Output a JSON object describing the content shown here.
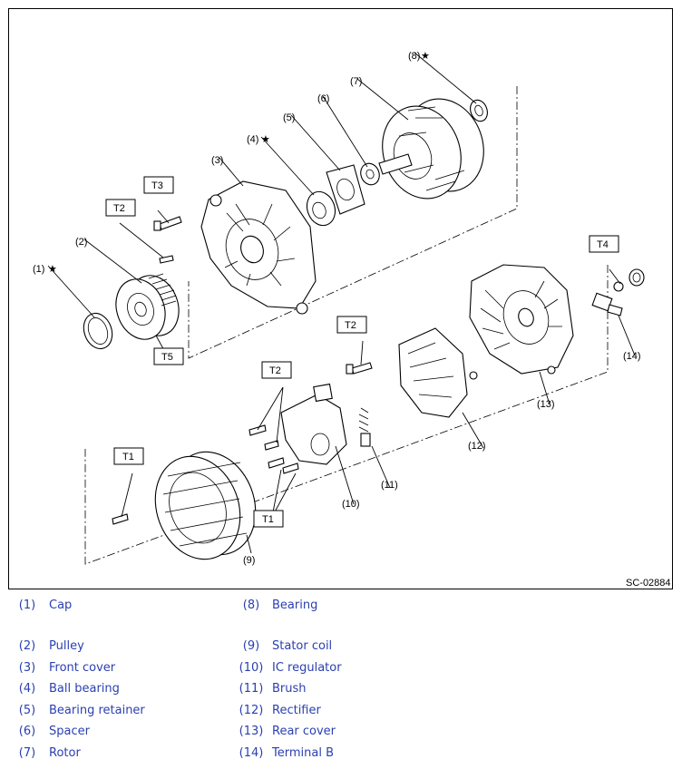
{
  "diagram": {
    "code": "SC-02884",
    "star": "★",
    "part_labels": [
      "(1)",
      "(2)",
      "(3)",
      "(4)",
      "(5)",
      "(6)",
      "(7)",
      "(8)",
      "(9)",
      "(10)",
      "(11)",
      "(12)",
      "(13)",
      "(14)"
    ],
    "torque_labels": {
      "t1_left": "T1",
      "t1_bottom": "T1",
      "t2_front": "T2",
      "t2_rect": "T2",
      "t2_reg": "T2",
      "t3": "T3",
      "t4": "T4",
      "t5": "T5"
    }
  },
  "legend": {
    "items": [
      {
        "num": "(1)",
        "name": "Cap"
      },
      {
        "num": "(2)",
        "name": "Pulley"
      },
      {
        "num": "(3)",
        "name": "Front cover"
      },
      {
        "num": "(4)",
        "name": "Ball bearing"
      },
      {
        "num": "(5)",
        "name": "Bearing retainer"
      },
      {
        "num": "(6)",
        "name": "Spacer"
      },
      {
        "num": "(7)",
        "name": "Rotor"
      },
      {
        "num": "(8)",
        "name": "Bearing"
      },
      {
        "num": "(9)",
        "name": "Stator coil"
      },
      {
        "num": "(10)",
        "name": "IC regulator"
      },
      {
        "num": "(11)",
        "name": "Brush"
      },
      {
        "num": "(12)",
        "name": "Rectifier"
      },
      {
        "num": "(13)",
        "name": "Rear cover"
      },
      {
        "num": "(14)",
        "name": "Terminal B"
      }
    ]
  },
  "colors": {
    "legend_text": "#2a3fb0",
    "line": "#000000"
  }
}
